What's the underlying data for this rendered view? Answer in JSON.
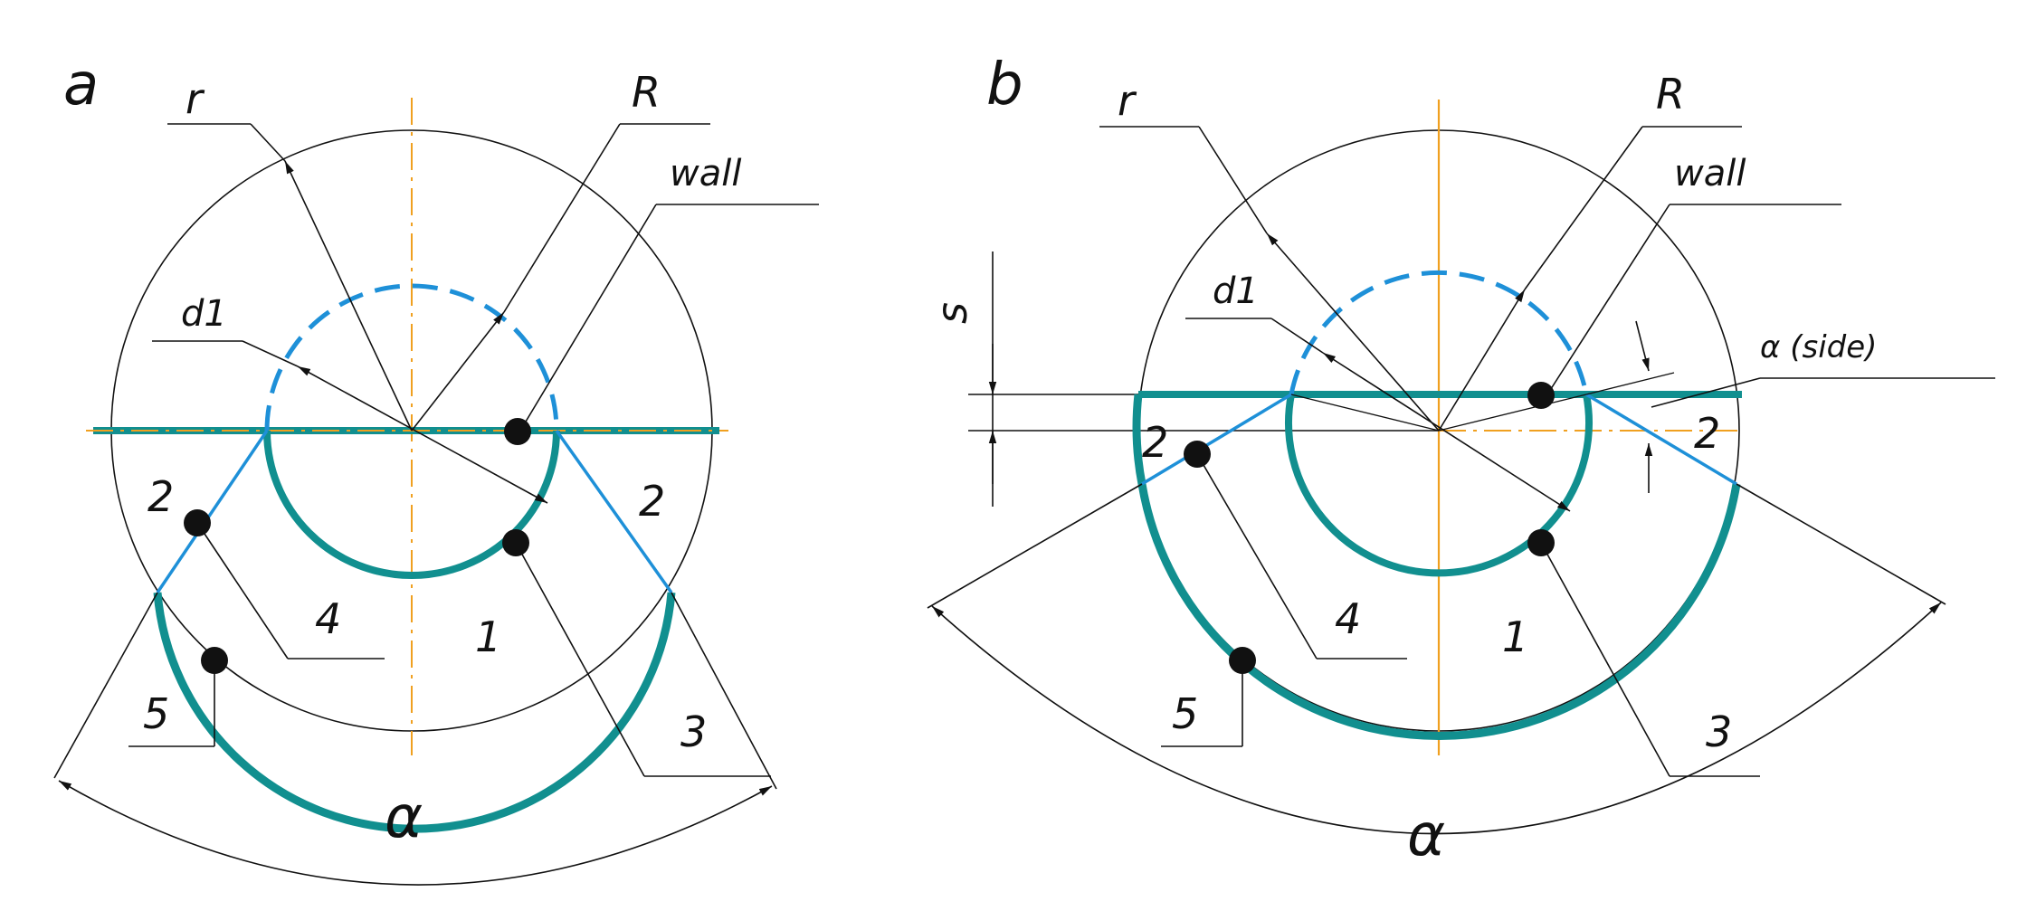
{
  "colors": {
    "wall": "#118f8f",
    "guide": "#1e90d8",
    "axis": "#f0a020",
    "ink": "#111111"
  },
  "panels": [
    {
      "id": "a",
      "panel_letter": "a",
      "labels": {
        "r": "r",
        "R": "R",
        "wall": "wall",
        "d1": "d1",
        "alpha": "α",
        "n1": "1",
        "n2_left": "2",
        "n2_right": "2",
        "n3": "3",
        "n4": "4",
        "n5": "5"
      }
    },
    {
      "id": "b",
      "panel_letter": "b",
      "labels": {
        "r": "r",
        "R": "R",
        "wall": "wall",
        "d1": "d1",
        "alpha": "α",
        "alpha_side": "α (side)",
        "s": "s",
        "n1": "1",
        "n2_left": "2",
        "n2_right": "2",
        "n3": "3",
        "n4": "4",
        "n5": "5"
      }
    }
  ]
}
